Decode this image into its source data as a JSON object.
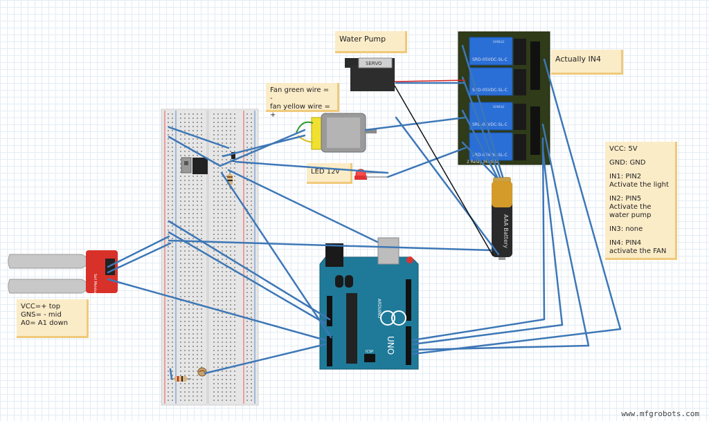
{
  "notes": {
    "water_pump": "Water Pump",
    "actually_in4": "Actually IN4",
    "fan_line1": "Fan green wire = -",
    "fan_line2": "fan yellow wire = +",
    "led": "LED 12v",
    "sensor_line1": "VCC=+ top",
    "sensor_line2": "GNS= - mid",
    "sensor_line3": "A0= A1  down",
    "relay_vcc": "VCC: 5V",
    "relay_gnd": "GND: GND",
    "relay_in1": "IN1: PIN2 Activate the light",
    "relay_in2": "IN2: PIN5 Activate the water pump",
    "relay_in3": "IN3: none",
    "relay_in4": "IN4: PIN4 activate the FAN"
  },
  "components": {
    "servo_label": "SERVO",
    "battery_label": "AAA Battery",
    "relay_top_text": "SRD-05VDC-SL-C",
    "relay_brand": "SONGLE",
    "relay_module_label": "2 Relay Module",
    "arduino_label": "UNO",
    "arduino_brand": "ARDUINO",
    "sensor_label": "Soil Moisture Sensor",
    "icsp_label": "ICSP"
  },
  "watermark": "www.mfgrobots.com",
  "colors": {
    "wire": "#3d77b6",
    "arduino": "#1f7a99",
    "relay_board": "#2f3b19",
    "relay_block": "#2a6fd6",
    "note_bg": "#fbecc8"
  }
}
